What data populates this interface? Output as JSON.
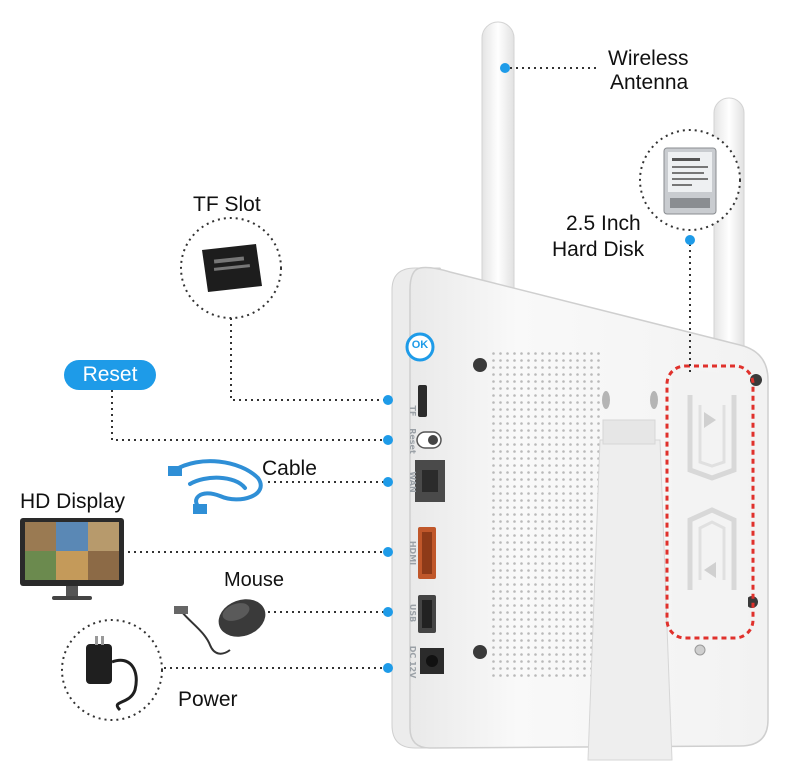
{
  "labels": {
    "wireless_antenna_line1": "Wireless",
    "wireless_antenna_line2": "Antenna",
    "hard_disk_line1": "2.5 Inch",
    "hard_disk_line2": "Hard Disk",
    "tf_slot": "TF Slot",
    "reset": "Reset",
    "cable": "Cable",
    "hd_display": "HD Display",
    "mouse": "Mouse",
    "power": "Power"
  },
  "ports": [
    "TF",
    "Reset",
    "WAN",
    "HDMI",
    "USB",
    "DC 12V"
  ],
  "device": {
    "button_label": "OK"
  },
  "colors": {
    "accent": "#1e9be8",
    "dotted_line": "#333333",
    "highlight": "#e0312c",
    "device_body": "#f7f7f7"
  }
}
